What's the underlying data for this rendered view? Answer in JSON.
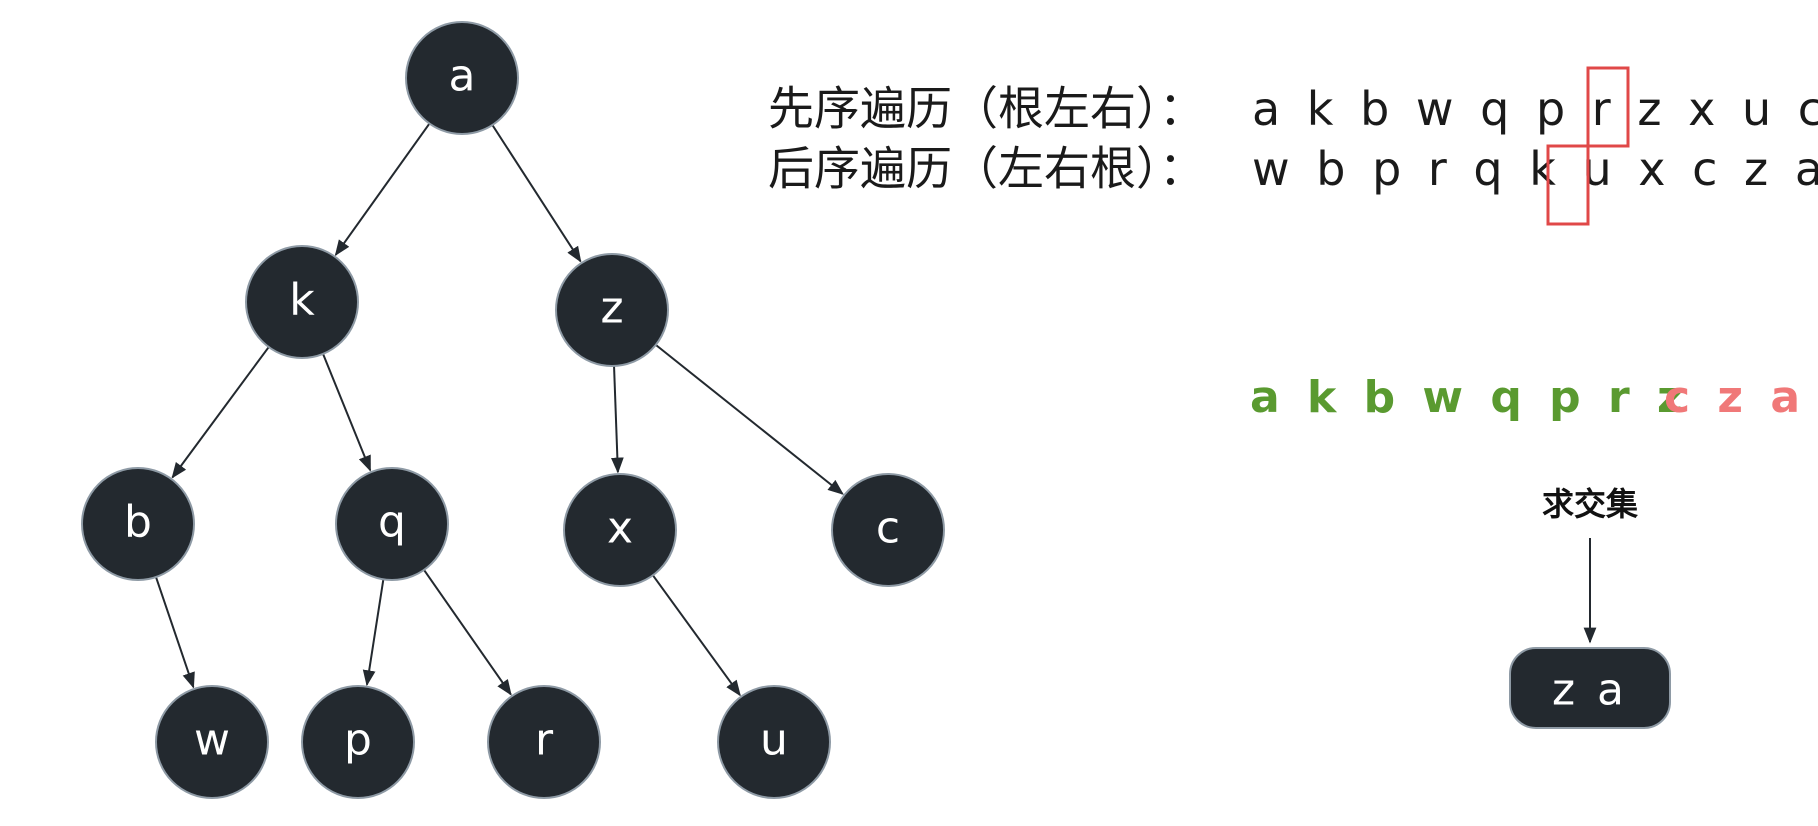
{
  "tree": {
    "nodes": [
      {
        "id": "a",
        "label": "a"
      },
      {
        "id": "k",
        "label": "k"
      },
      {
        "id": "z",
        "label": "z"
      },
      {
        "id": "b",
        "label": "b"
      },
      {
        "id": "q",
        "label": "q"
      },
      {
        "id": "x",
        "label": "x"
      },
      {
        "id": "c",
        "label": "c"
      },
      {
        "id": "w",
        "label": "w"
      },
      {
        "id": "p",
        "label": "p"
      },
      {
        "id": "r",
        "label": "r"
      },
      {
        "id": "u",
        "label": "u"
      }
    ],
    "edges": [
      [
        "a",
        "k"
      ],
      [
        "a",
        "z"
      ],
      [
        "k",
        "b"
      ],
      [
        "k",
        "q"
      ],
      [
        "z",
        "x"
      ],
      [
        "z",
        "c"
      ],
      [
        "b",
        "w"
      ],
      [
        "q",
        "p"
      ],
      [
        "q",
        "r"
      ],
      [
        "x",
        "u"
      ]
    ]
  },
  "traversals": {
    "preorder": {
      "label": "先序遍历（根左右）：",
      "seq_before": "a k b w q p r z ",
      "highlight": "x",
      "seq_after": " u c"
    },
    "postorder": {
      "label": "后序遍历（左右根）：",
      "seq_before": "w b p r q k u ",
      "highlight": "x",
      "seq_after": " c z a"
    }
  },
  "split": {
    "left_seq": "a k b w q p r z",
    "right_seq": "c z a",
    "left_color": "#5a9a30",
    "right_color": "#f07878"
  },
  "intersection": {
    "label": "求交集",
    "result": "z a"
  },
  "colors": {
    "node_fill": "#23292f",
    "node_stroke": "#8e9aa5",
    "highlight": "#e04848"
  }
}
